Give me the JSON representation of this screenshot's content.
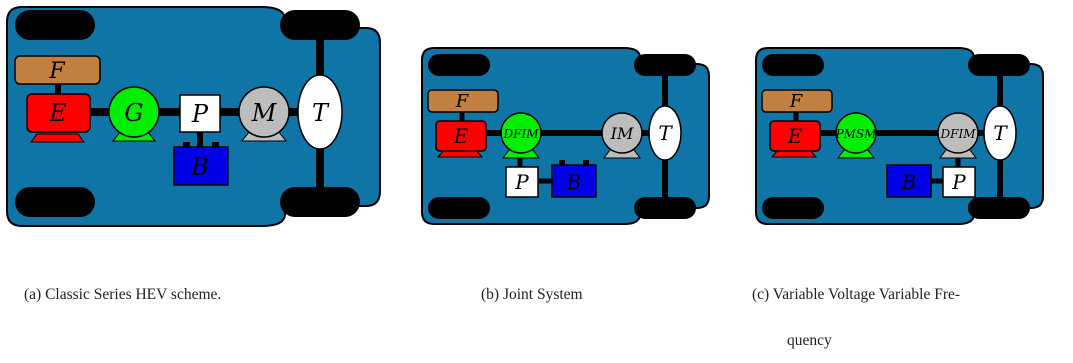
{
  "colors": {
    "chassis": "#0f74a6",
    "wheel": "#000000",
    "fuel_tank": "#c27f3f",
    "engine": "#ff0000",
    "generator": "#00ee00",
    "motor": "#bdbdbd",
    "battery": "#0000e6",
    "power_converter": "#ffffff",
    "transmission": "#ffffff"
  },
  "diagrams": [
    {
      "labels": {
        "fuel": "F",
        "engine": "E",
        "generator": "G",
        "converter": "P",
        "motor": "M",
        "transmission": "T",
        "battery": "B"
      },
      "caption": "(a)  Classic Series HEV scheme."
    },
    {
      "labels": {
        "fuel": "F",
        "engine": "E",
        "machine1": "DFIM",
        "machine2": "IM",
        "transmission": "T",
        "converter": "P",
        "battery": "B"
      },
      "caption": "(b)  Joint System"
    },
    {
      "labels": {
        "fuel": "F",
        "engine": "E",
        "machine1": "PMSM",
        "machine2": "DFIM",
        "transmission": "T",
        "battery": "B",
        "converter": "P"
      },
      "caption_line1": "(c)  Variable Voltage Variable Fre-",
      "caption_line2": "quency"
    }
  ]
}
